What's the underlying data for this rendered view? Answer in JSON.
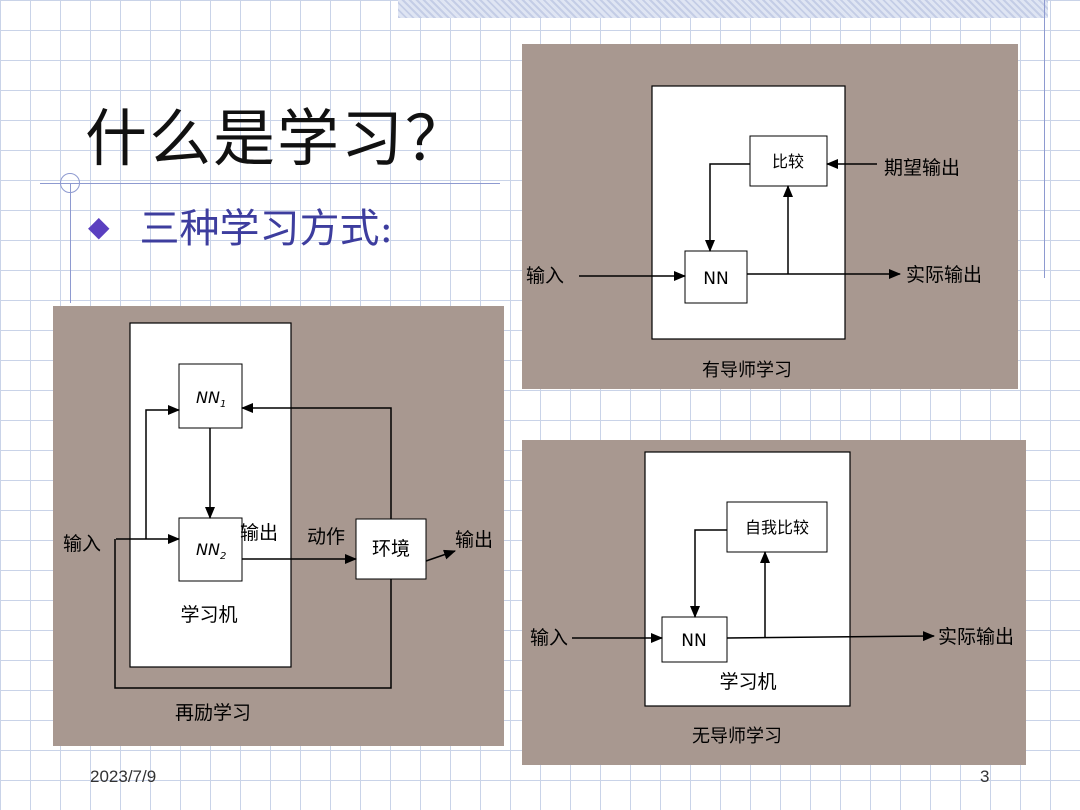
{
  "slide": {
    "title": "什么是学习？",
    "bullet": "三种学习方式:",
    "date": "2023/7/9",
    "page_number": "3"
  },
  "supervised": {
    "compare": "比较",
    "expected_output": "期望输出",
    "input": "输入",
    "nn": "NN",
    "actual_output": "实际输出",
    "caption": "有导师学习"
  },
  "reinforcement": {
    "nn1": "NN",
    "nn1_sub": "1",
    "nn2": "NN",
    "nn2_sub": "2",
    "input": "输入",
    "nn_output": "输出",
    "action": "动作",
    "environment": "环境",
    "output": "输出",
    "learning_machine": "学习机",
    "caption": "再励学习"
  },
  "unsupervised": {
    "self_compare": "自我比较",
    "input": "输入",
    "nn": "NN",
    "actual_output": "实际输出",
    "learning_machine": "学习机",
    "caption": "无导师学习"
  },
  "colors": {
    "panel_bg": "#a89890",
    "grid": "#c9d3e8",
    "accent_line": "#8e9ad0",
    "bullet_text": "#3d3d9e",
    "diamond": "#5a3fc0"
  },
  "icons": {
    "bullet": "diamond-bullet-icon",
    "return_mark": "return-mark-icon"
  }
}
